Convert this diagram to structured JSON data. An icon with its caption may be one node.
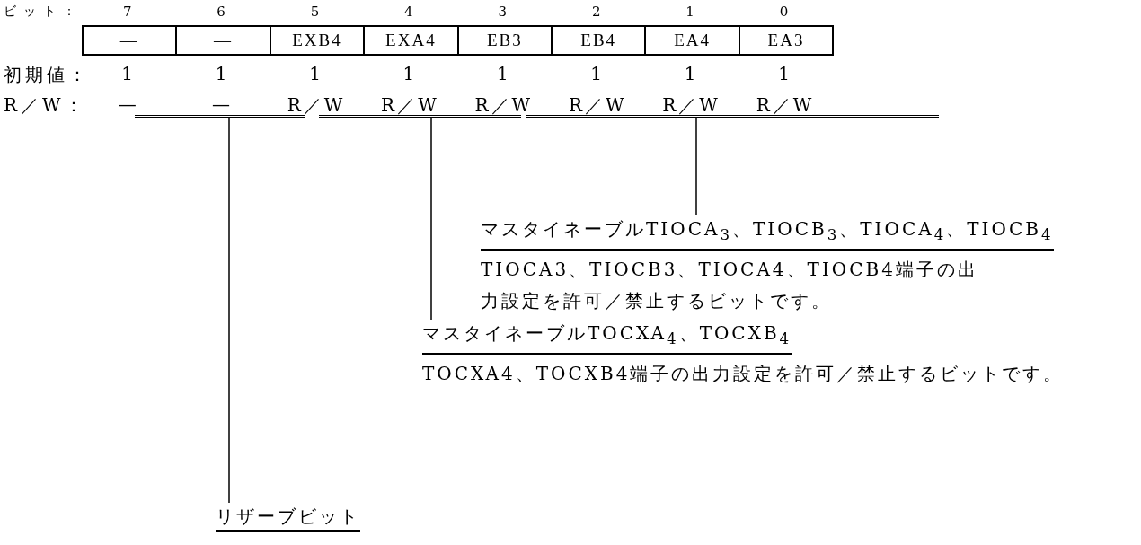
{
  "diagram": {
    "nodes": [
      {
        "text": [
          "—"
        ]
      },
      {
        "text": [
          "—"
        ]
      },
      {
        "text": [
          "EXB4"
        ]
      },
      {
        "text": [
          "EXA4"
        ]
      },
      {
        "text": [
          "EB3"
        ]
      },
      {
        "text": [
          "EB4"
        ]
      },
      {
        "text": [
          "EA4"
        ]
      },
      {
        "text": [
          "EA3"
        ]
      },
      {
        "text": [],
        "shape": "bar"
      },
      {
        "text": [],
        "shape": "bar"
      },
      {
        "text": [],
        "shape": "bar"
      },
      {
        "text": [
          "マスタイネーブルTIOCA$_{3}$、TIOCB$_{3}$、TIOCA$_{4}$、TIOCB$_{4}$",
          "TIOCA3、TIOCB3、TIOCA4、TIOCB4端子の出力設定を許可／禁止するビットです。"
        ]
      },
      {
        "text": [
          "マスタイネーブルTOCXA$_{4}$、TOCXB$_{4}$",
          "TOCXA4、TOCXB4端子の出力設定を許可／禁止するビットです。"
        ]
      },
      {
        "text": [
          "リザーブビット"
        ]
      }
    ],
    "edges": [
      {
        "from": 10,
        "to": 11,
        "arrow": "none"
      },
      {
        "from": 9,
        "to": 12,
        "arrow": "none"
      },
      {
        "from": 8,
        "to": 13,
        "arrow": "none"
      }
    ],
    "labels": [
      "ビット：",
      "7",
      "6",
      "5",
      "4",
      "3",
      "2",
      "1",
      "0",
      "初期値：",
      "1",
      "1",
      "1",
      "1",
      "1",
      "1",
      "1",
      "1",
      "R／W：",
      "—",
      "—",
      "R／W",
      "R／W",
      "R／W",
      "R／W",
      "R／W",
      "R／W"
    ]
  }
}
